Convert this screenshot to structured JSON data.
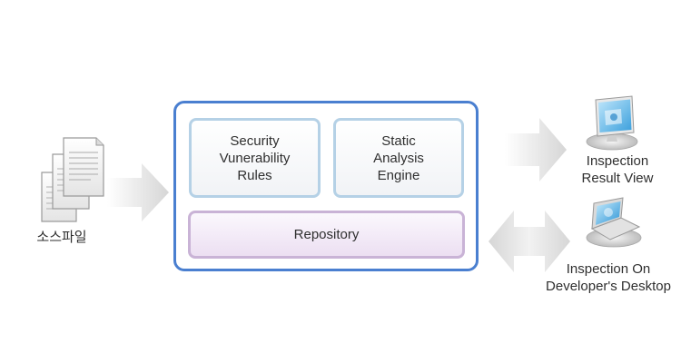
{
  "diagram": {
    "source_files_label": "소스파일",
    "rules_label": "Security\nVunerability\nRules",
    "engine_label": "Static\nAnalysis\nEngine",
    "repository_label": "Repository",
    "result_view_label": "Inspection\nResult View",
    "desktop_label": "Inspection On\nDeveloper's Desktop"
  },
  "colors": {
    "container_border": "#4a7fd0",
    "module_border": "#b5d1e6",
    "repository_border": "#c9b3d6",
    "arrow": "#e2e2e2"
  },
  "icons": {
    "source": "document-stack-icon",
    "result": "monitor-icon",
    "desktop": "laptop-icon"
  }
}
